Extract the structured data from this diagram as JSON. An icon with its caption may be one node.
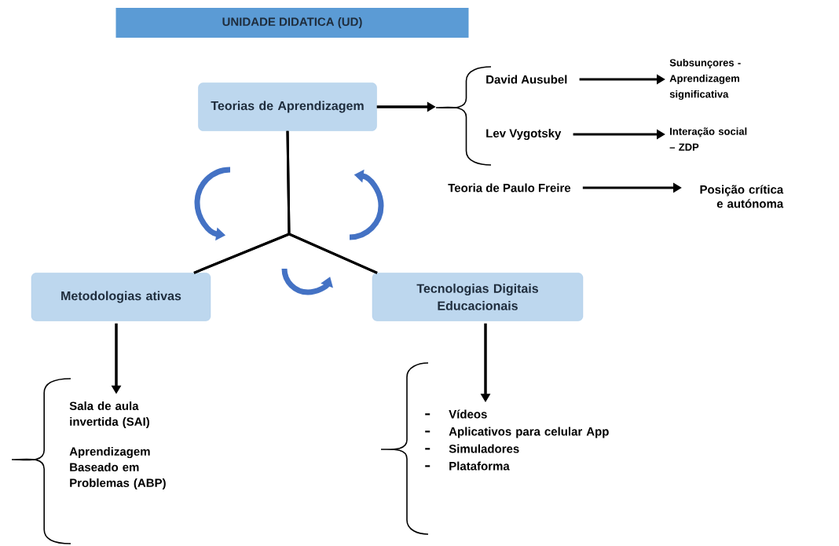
{
  "diagram": {
    "nodes": [
      {
        "text": [
          "UNIDADE DIDATICA (UD)"
        ]
      },
      {
        "text": [
          "Teorias de Aprendizagem"
        ]
      },
      {
        "text": [
          "Metodologias ativas"
        ]
      },
      {
        "text": [
          "Tecnologias Digitais Educacionais"
        ]
      },
      {
        "text": [],
        "shape": "brace"
      },
      {
        "text": [
          "David Ausubel"
        ]
      },
      {
        "text": [
          "Subsunçores - Aprendizagem significativa"
        ]
      },
      {
        "text": [
          "Lev Vygotsky"
        ]
      },
      {
        "text": [
          "Interação social – ZDP"
        ]
      },
      {
        "text": [
          "Teoria de Paulo Freire"
        ]
      },
      {
        "text": [
          "Posição crítica e autónoma"
        ]
      },
      {
        "text": [
          "Sala de aula invertida (SAI)",
          "Aprendizagem Baseado em Problemas (ABP)"
        ]
      },
      {
        "text": [
          "Vídeos",
          "Aplicativos para celular App",
          "Simuladores",
          "Plataforma"
        ]
      }
    ],
    "edges": [
      {
        "from": 1,
        "to": 2,
        "arrow": "none"
      },
      {
        "from": 1,
        "to": 3,
        "arrow": "none"
      },
      {
        "from": 2,
        "to": 3,
        "arrow": "none"
      },
      {
        "from": 1,
        "to": 4,
        "arrow": "to"
      },
      {
        "from": 5,
        "to": 6,
        "arrow": "to"
      },
      {
        "from": 7,
        "to": 8,
        "arrow": "to"
      },
      {
        "from": 9,
        "to": 10,
        "arrow": "to"
      },
      {
        "from": 2,
        "to": 11,
        "arrow": "to"
      },
      {
        "from": 3,
        "to": 12,
        "arrow": "to"
      }
    ]
  }
}
